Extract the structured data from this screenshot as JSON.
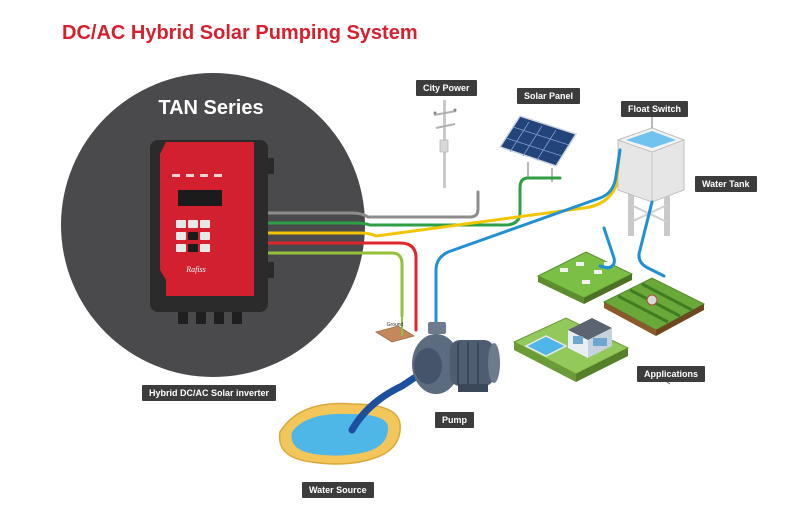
{
  "title": "DC/AC Hybrid Solar Pumping System",
  "series_title": "TAN Series",
  "brand": "Rafiss",
  "labels": {
    "city_power": "City Power",
    "solar_panel": "Solar Panel",
    "float_switch": "Float Switch",
    "water_tank": "Water Tank",
    "applications": "Applications",
    "inverter": "Hybrid DC/AC Solar inverter",
    "pump": "Pump",
    "water_source": "Water Source",
    "ground": "Ground"
  },
  "colors": {
    "title": "#d71f2e",
    "inverter_panel": "#d3202e",
    "circle": "#4a4a4c",
    "wire_gray": "#8c8c8c",
    "wire_green": "#2e9e47",
    "wire_yellow": "#f2c500",
    "wire_red": "#e0262b",
    "wire_lime": "#93c23b",
    "pipe_blue": "#1f8fd6",
    "water": "#4fb6e8",
    "label_bg": "#3c3c3c"
  }
}
